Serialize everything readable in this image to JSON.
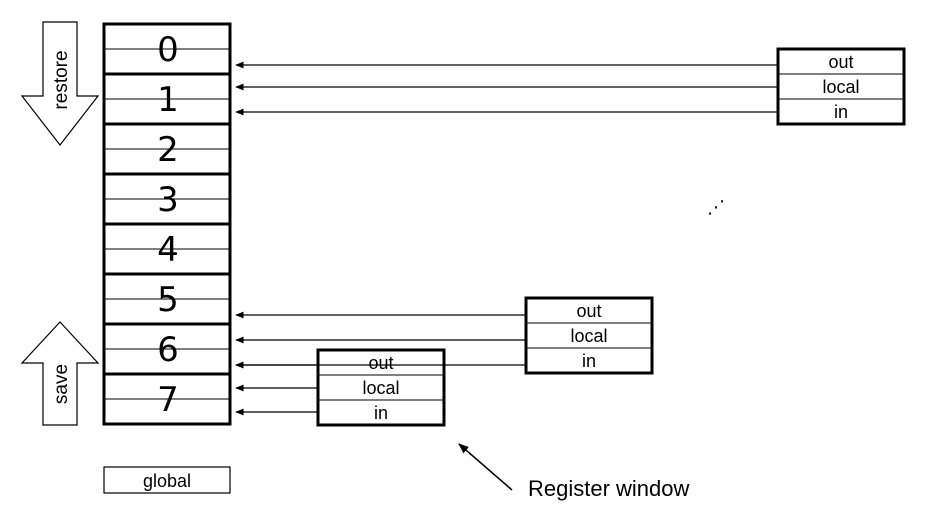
{
  "stack": {
    "cells": [
      "0",
      "1",
      "2",
      "3",
      "4",
      "5",
      "6",
      "7"
    ],
    "global_label": "global"
  },
  "arrows": {
    "restore_label": "restore",
    "save_label": "save"
  },
  "windows": [
    {
      "out": "out",
      "local": "local",
      "in": "in"
    },
    {
      "out": "out",
      "local": "local",
      "in": "in"
    },
    {
      "out": "out",
      "local": "local",
      "in": "in"
    }
  ],
  "ellipsis": "⋰",
  "caption": "Register window"
}
